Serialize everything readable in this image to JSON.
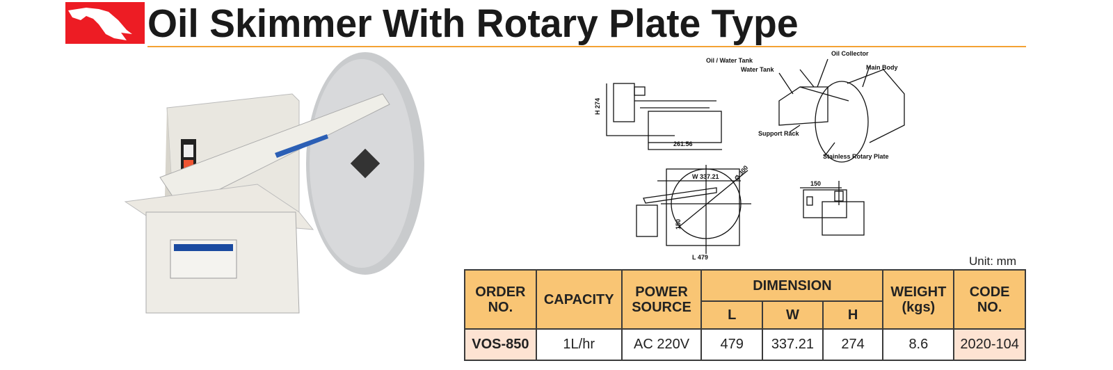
{
  "header": {
    "title": "Oil Skimmer With Rotary Plate Type",
    "logo_icon": "eagle-logo-icon"
  },
  "diagram": {
    "labels": {
      "oil_water_tank": "Oil / Water Tank",
      "oil_collector": "Oil Collector",
      "water_tank": "Water Tank",
      "main_body": "Main Body",
      "support_rack": "Support Rack",
      "rotary_plate": "Stainless Rotary Plate"
    },
    "dims": {
      "h": "H 274",
      "side_len": "261.56",
      "w": "W 337.21",
      "dia": "Ø 300",
      "h150": "150",
      "l": "L 479",
      "front150": "150"
    }
  },
  "unit": "Unit: mm",
  "table": {
    "headers": {
      "order": "ORDER NO.",
      "capacity": "CAPACITY",
      "power": "POWER SOURCE",
      "dimension": "DIMENSION",
      "l": "L",
      "w": "W",
      "h": "H",
      "weight": "WEIGHT (kgs)",
      "code": "CODE NO."
    },
    "row": {
      "order": "VOS-850",
      "capacity": "1L/hr",
      "power": "AC 220V",
      "l": "479",
      "w": "337.21",
      "h": "274",
      "weight": "8.6",
      "code": "2020-104"
    }
  },
  "colors": {
    "accent": "#f4a233",
    "header_fill": "#f9c574",
    "logo_red": "#ed1c24"
  }
}
